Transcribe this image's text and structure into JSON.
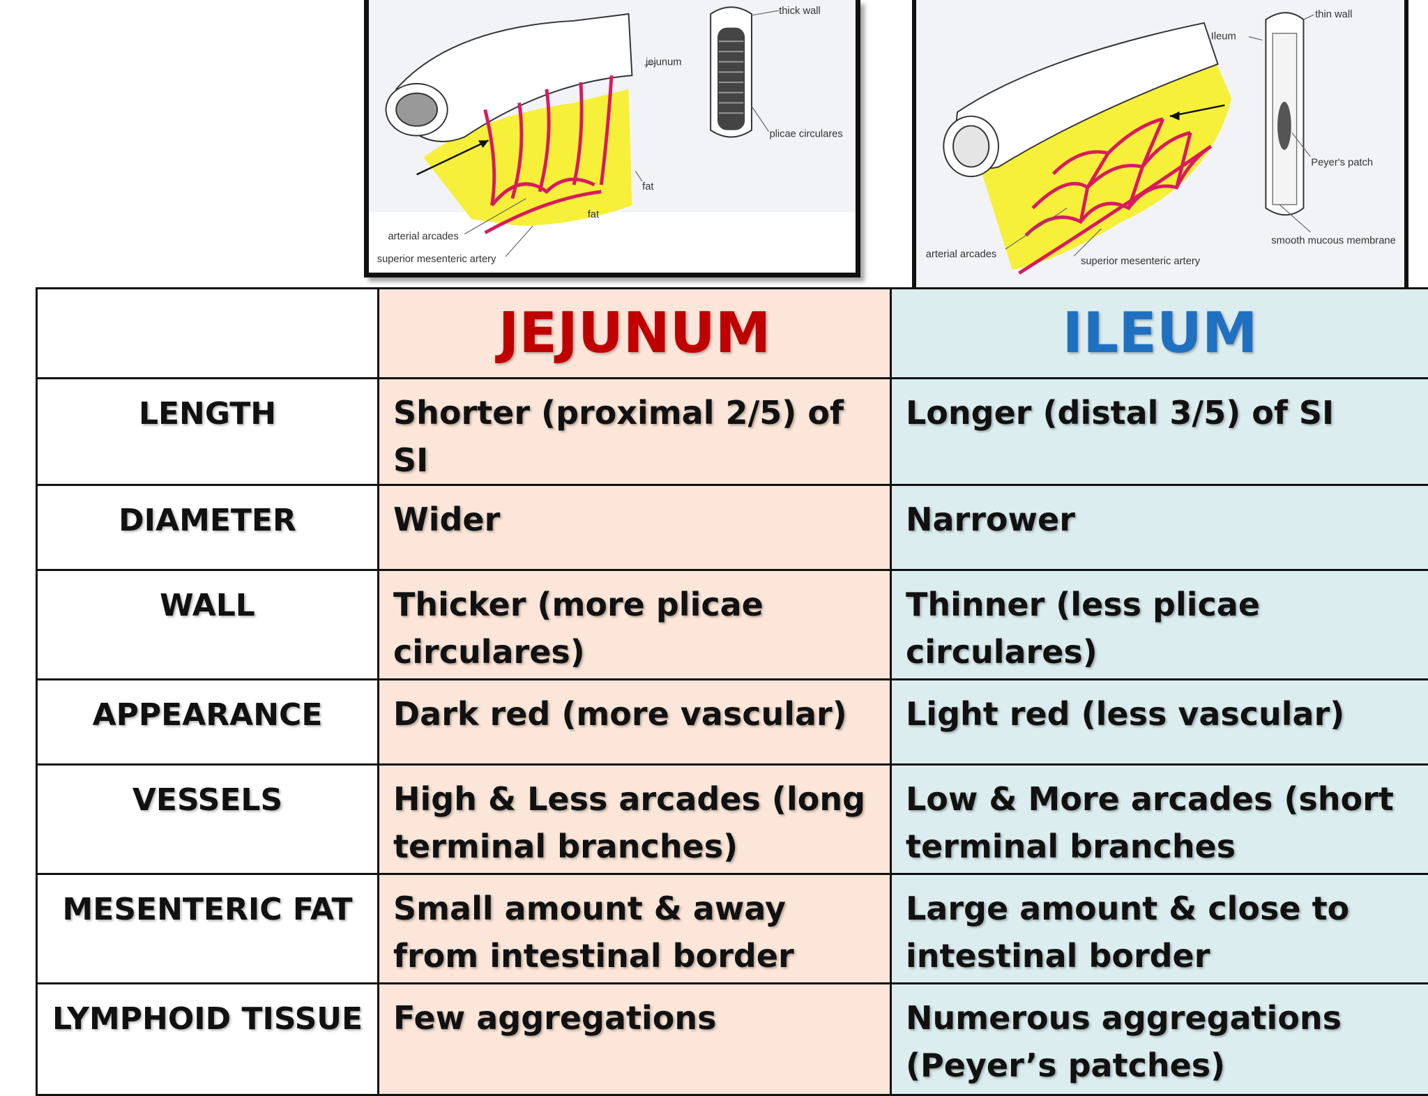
{
  "figures": {
    "jejunum": {
      "labels": {
        "thick_wall": "thick wall",
        "jejunum": "jejunum",
        "plicae": "plicae circulares",
        "fat": "fat",
        "fat_small": "fat",
        "arcades": "arterial arcades",
        "sma": "superior mesenteric artery"
      }
    },
    "ileum": {
      "labels": {
        "thin_wall": "thin wall",
        "ileum": "Ileum",
        "peyers": "Peyer's patch",
        "mucous": "smooth mucous membrane",
        "arcades": "arterial arcades",
        "sma": "superior mesenteric artery"
      }
    }
  },
  "table": {
    "header": {
      "blank": "",
      "jejunum": "JEJUNUM",
      "ileum": "ILEUM"
    },
    "rows": [
      {
        "feature": "LENGTH",
        "jejunum": "Shorter (proximal 2/5) of SI",
        "ileum": "Longer (distal 3/5) of SI"
      },
      {
        "feature": "DIAMETER",
        "jejunum": "Wider",
        "ileum": "Narrower"
      },
      {
        "feature": "WALL",
        "jejunum": "Thicker (more plicae circulares)",
        "ileum": "Thinner (less plicae circulares)"
      },
      {
        "feature": "APPEARANCE",
        "jejunum": "Dark red  (more vascular)",
        "ileum": "Light red (less vascular)"
      },
      {
        "feature": "VESSELS",
        "jejunum": "High & Less arcades (long terminal branches)",
        "ileum": "Low & More arcades (short terminal branches"
      },
      {
        "feature": "MESENTERIC FAT",
        "jejunum": "Small amount & away from intestinal border",
        "ileum": "Large amount & close to intestinal border"
      },
      {
        "feature": "LYMPHOID TISSUE",
        "jejunum": "Few aggregations",
        "ileum": "Numerous aggregations (Peyer’s patches)"
      }
    ]
  }
}
